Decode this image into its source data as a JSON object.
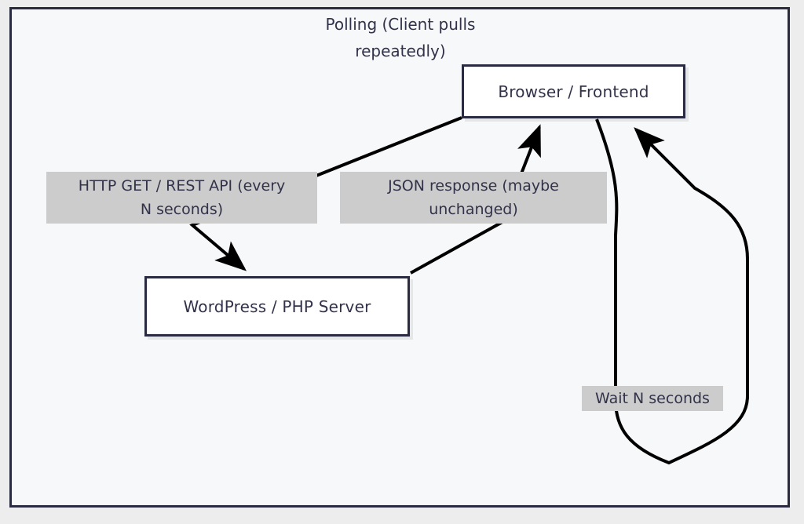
{
  "diagram": {
    "title": "Polling (Client pulls repeatedly)",
    "title_line_1": "Polling (Client pulls",
    "title_line_2": "repeatedly)",
    "frame_border_color": "#2a2a40",
    "frame_fill_color": "#f7f8fa",
    "page_background_color": "#ededed",
    "node_fill_color": "#ffffff",
    "label_fill_color": "#cccccc",
    "text_color": "#32324a",
    "edge_color": "#000000",
    "nodes": [
      {
        "id": "browser",
        "label": "Browser / Frontend"
      },
      {
        "id": "server",
        "label": "WordPress / PHP Server"
      }
    ],
    "edges": [
      {
        "id": "request",
        "from": "browser",
        "to": "server",
        "label": "HTTP GET / REST API (every N seconds)",
        "label_line_1": "HTTP GET / REST API (every",
        "label_line_2": "N seconds)"
      },
      {
        "id": "response",
        "from": "server",
        "to": "browser",
        "label": "JSON response (maybe unchanged)",
        "label_line_1": "JSON response (maybe",
        "label_line_2": "unchanged)"
      },
      {
        "id": "wait-loop",
        "from": "browser",
        "to": "browser",
        "label": "Wait N seconds"
      }
    ]
  }
}
